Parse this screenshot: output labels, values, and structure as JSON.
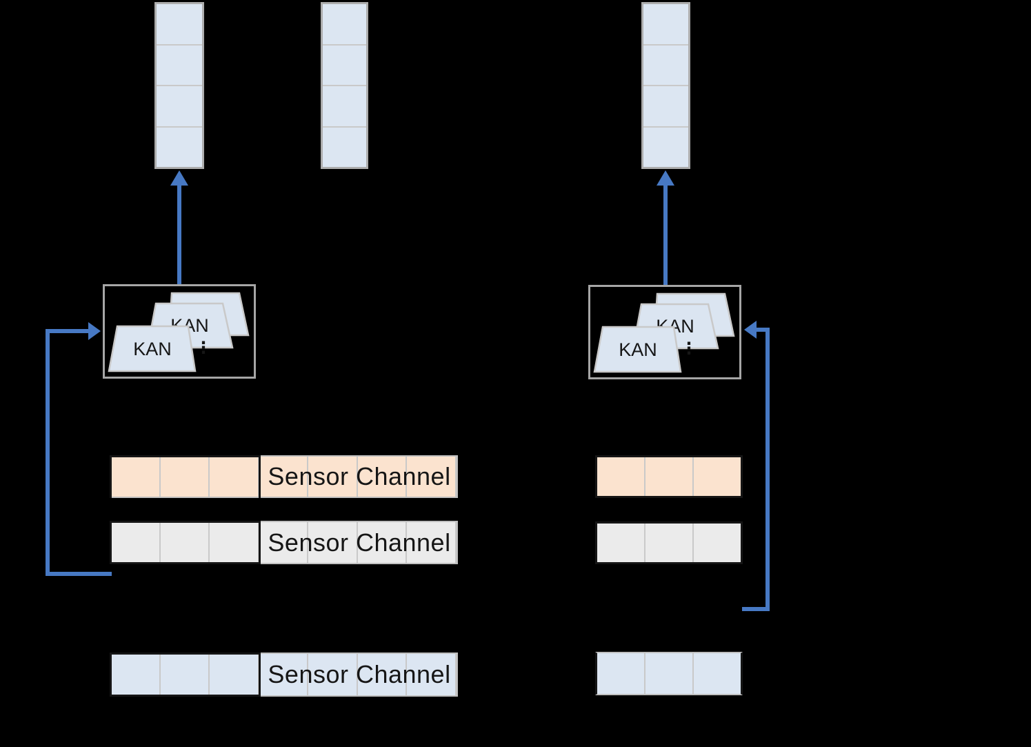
{
  "diagram": {
    "kan_label": "KAN",
    "ellipsis": "⋮",
    "sensor_rows_left": [
      {
        "label": "Sensor Channel",
        "color": "orange"
      },
      {
        "label": "Sensor Channel",
        "color": "gray"
      },
      {
        "label": "Sensor Channel",
        "color": "blue"
      }
    ],
    "sensor_rows_right": [
      {
        "color": "orange"
      },
      {
        "color": "gray"
      },
      {
        "color": "blue"
      }
    ],
    "output_stacks": [
      {
        "cells": 4,
        "position": "left"
      },
      {
        "cells": 4,
        "position": "middle"
      },
      {
        "cells": 4,
        "position": "right"
      }
    ]
  },
  "colors": {
    "background": "#000000",
    "arrow_blue": "#4779c4",
    "cell_blue": "#dce6f2",
    "cell_orange": "#fbe3cf",
    "cell_gray": "#ebebeb",
    "trap_fill": "#dbe5f1",
    "trap_border": "#c9c9c9",
    "border_gray": "#bfbfbf",
    "separator_gray": "#c9c9c9",
    "stack_border": "#adadad",
    "box_border": "#a6a6a6",
    "window_black": "#151515",
    "text_dark": "#161616"
  }
}
